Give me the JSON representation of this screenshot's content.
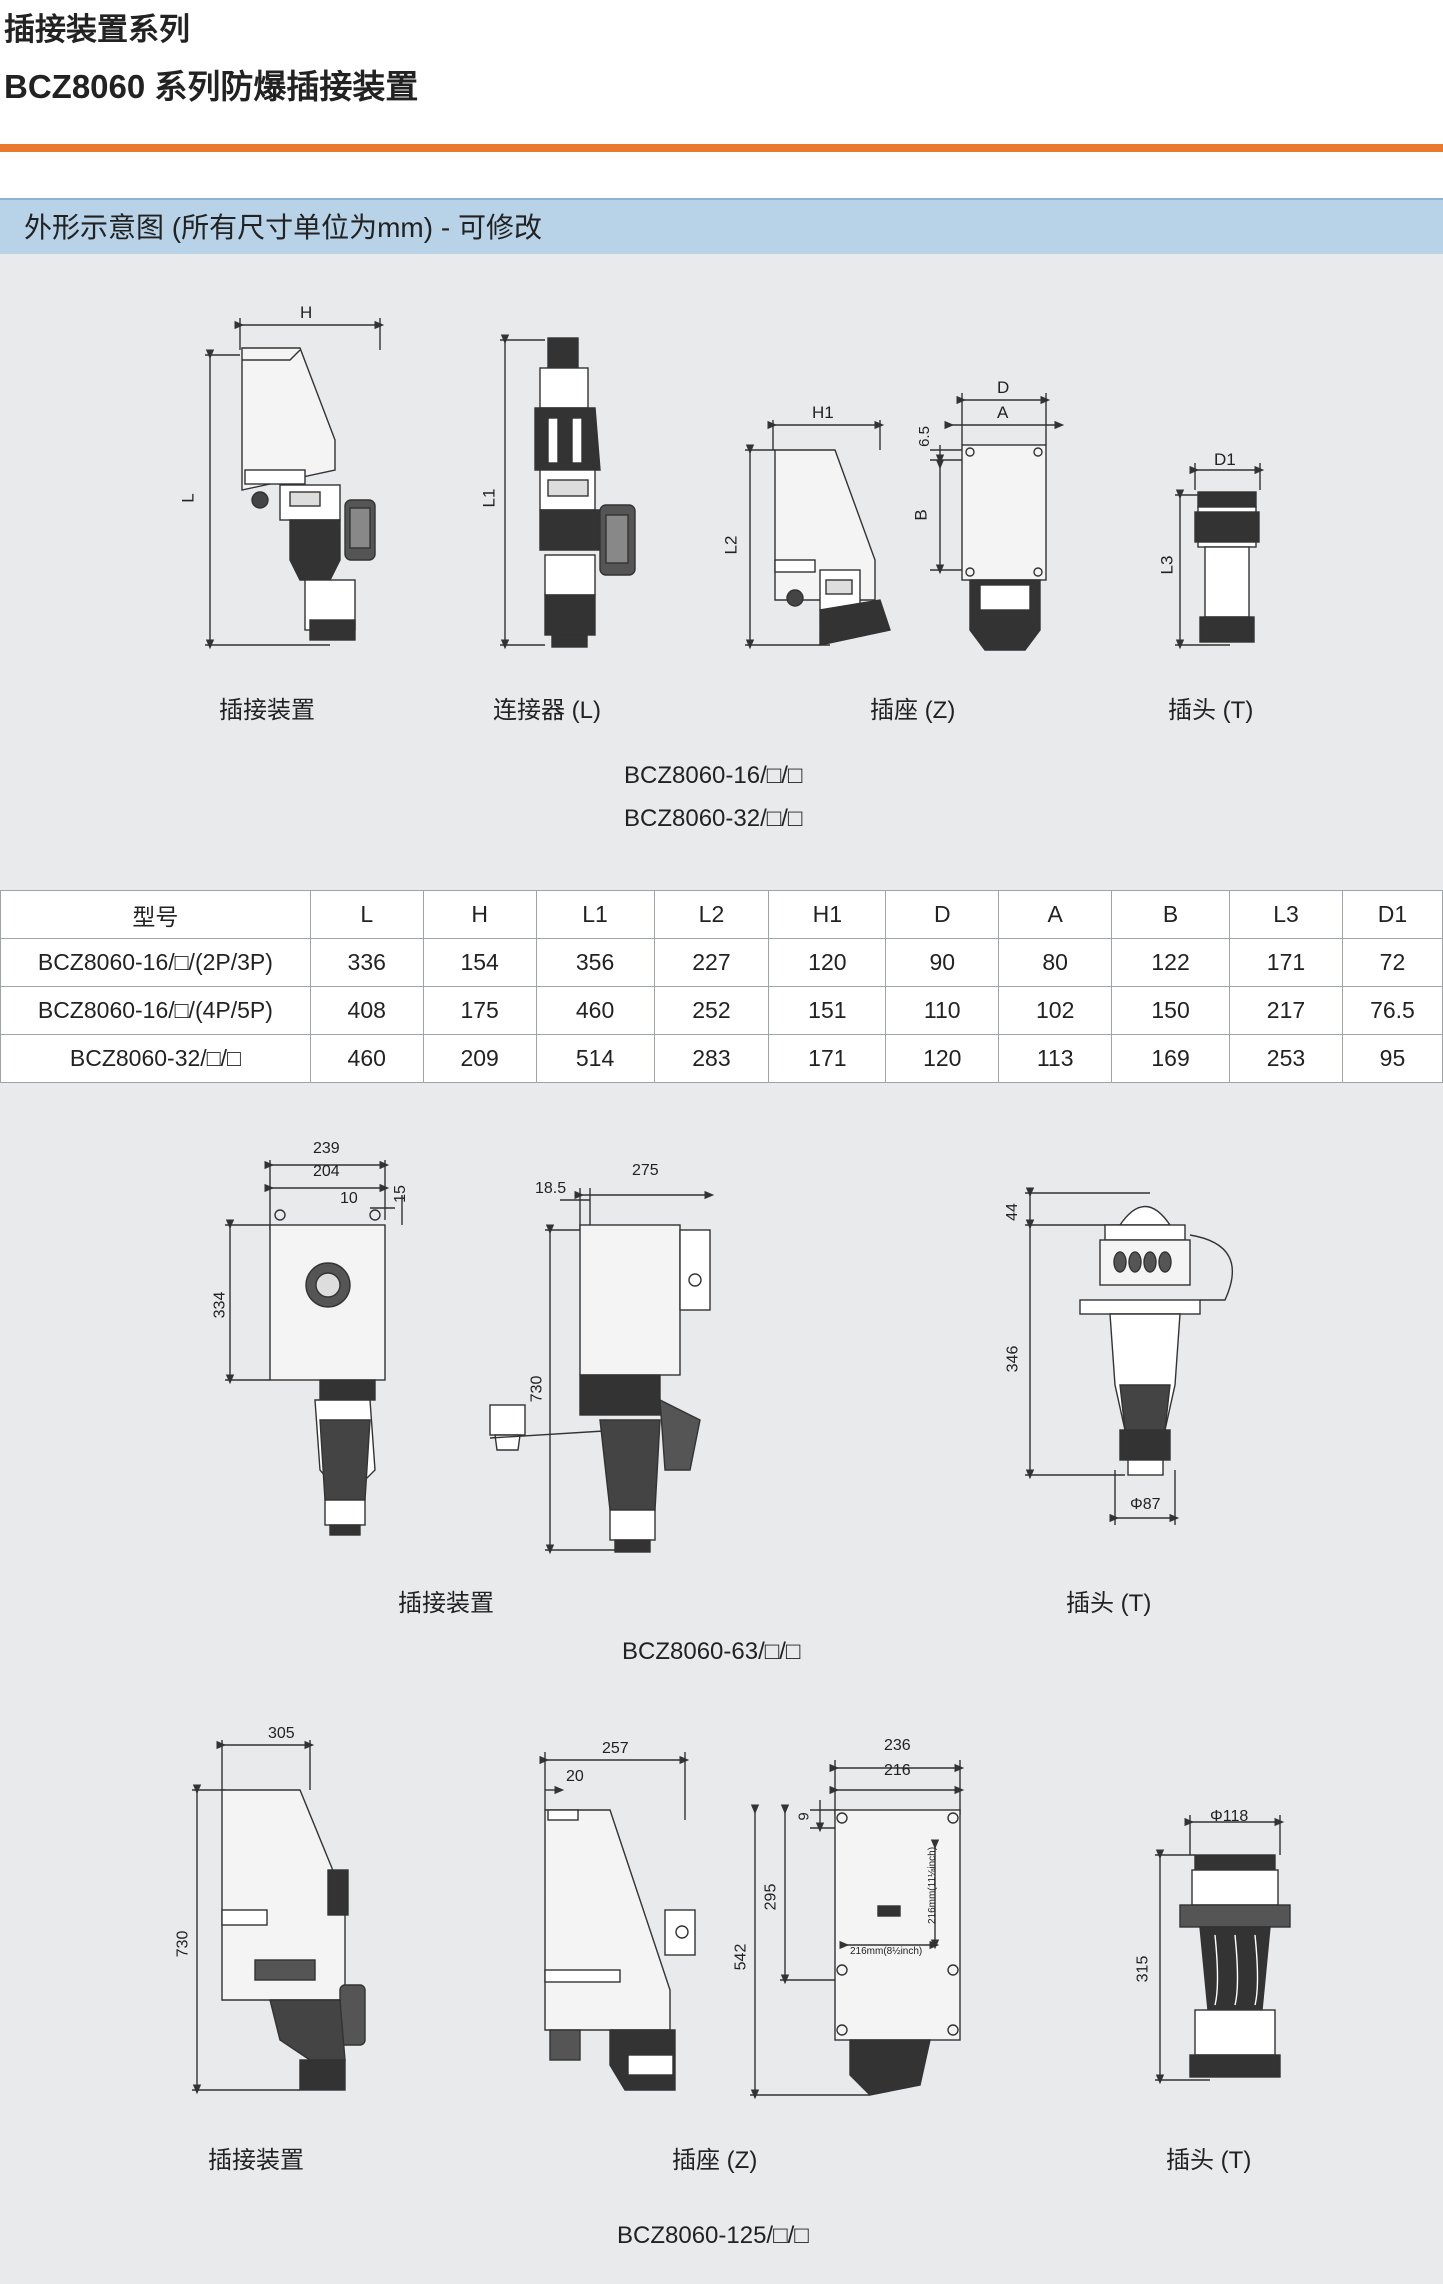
{
  "header": {
    "series_title": "插接装置系列",
    "product_title": "BCZ8060 系列防爆插接装置"
  },
  "section": {
    "title": "外形示意图 (所有尺寸单位为mm) - 可修改"
  },
  "group1": {
    "captions": [
      "插接装置",
      "连接器 (L)",
      "插座 (Z)",
      "插头 (T)"
    ],
    "models": [
      "BCZ8060-16/□/□",
      "BCZ8060-32/□/□"
    ],
    "dims": {
      "H": "H",
      "L": "L",
      "L1": "L1",
      "L2": "L2",
      "H1": "H1",
      "D": "D",
      "A": "A",
      "B": "B",
      "d65": "6.5",
      "L3": "L3",
      "D1": "D1"
    }
  },
  "table": {
    "headers": [
      "型号",
      "L",
      "H",
      "L1",
      "L2",
      "H1",
      "D",
      "A",
      "B",
      "L3",
      "D1"
    ],
    "rows": [
      [
        "BCZ8060-16/□/(2P/3P)",
        "336",
        "154",
        "356",
        "227",
        "120",
        "90",
        "80",
        "122",
        "171",
        "72"
      ],
      [
        "BCZ8060-16/□/(4P/5P)",
        "408",
        "175",
        "460",
        "252",
        "151",
        "110",
        "102",
        "150",
        "217",
        "76.5"
      ],
      [
        "BCZ8060-32/□/□",
        "460",
        "209",
        "514",
        "283",
        "171",
        "120",
        "113",
        "169",
        "253",
        "95"
      ]
    ]
  },
  "group2": {
    "captions": [
      "插接装置",
      "插头 (T)"
    ],
    "model": "BCZ8060-63/□/□",
    "dims": {
      "d239": "239",
      "d204": "204",
      "d10": "10",
      "d15": "15",
      "d334": "334",
      "d185": "18.5",
      "d275": "275",
      "d730": "730",
      "d44": "44",
      "d346": "346",
      "phi87": "Φ87"
    }
  },
  "group3": {
    "captions": [
      "插接装置",
      "插座 (Z)",
      "插头 (T)"
    ],
    "model": "BCZ8060-125/□/□",
    "dims": {
      "d305": "305",
      "d730": "730",
      "d257": "257",
      "d20": "20",
      "d236": "236",
      "d216": "216",
      "d9": "9",
      "d295": "295",
      "d542": "542",
      "inchA": "216mm(8½inch)",
      "inchB": "216mm(11⅛inch)",
      "phi118": "Φ118",
      "d315": "315"
    }
  },
  "colors": {
    "accent_rule": "#e8792e",
    "section_bar": "#b8d3e8",
    "panel_bg": "#e8eaec"
  }
}
